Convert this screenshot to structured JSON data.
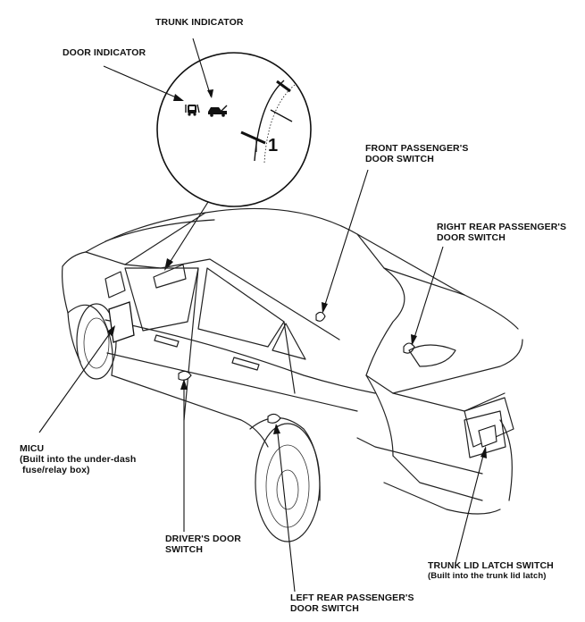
{
  "labels": {
    "trunk_indicator": "TRUNK INDICATOR",
    "door_indicator": "DOOR INDICATOR",
    "gauge_number": "1",
    "front_passenger_line1": "FRONT PASSENGER'S",
    "front_passenger_line2": "DOOR SWITCH",
    "right_rear_line1": "RIGHT REAR PASSENGER'S",
    "right_rear_line2": "DOOR SWITCH",
    "micu_line1": "MICU",
    "micu_line2": "(Built into the under-dash",
    "micu_line3": " fuse/relay box)",
    "driver_line1": "DRIVER'S DOOR",
    "driver_line2": "SWITCH",
    "trunk_latch_line1": "TRUNK LID LATCH SWITCH",
    "trunk_latch_line2": "(Built into the trunk lid latch)",
    "left_rear_line1": "LEFT REAR PASSENGER'S",
    "left_rear_line2": "DOOR SWITCH"
  },
  "icons": {
    "door": "door-open-icon",
    "trunk": "trunk-open-icon"
  }
}
